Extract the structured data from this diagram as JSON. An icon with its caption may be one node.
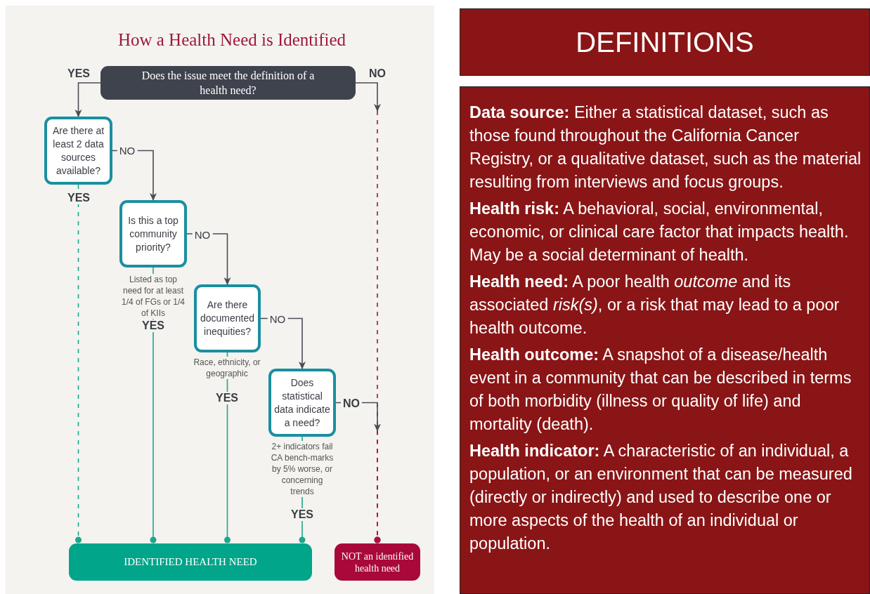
{
  "diagram": {
    "title": "How a Health Need is Identified",
    "nodes": [
      {
        "text": [
          "Does the issue meet the definition of a health need?"
        ]
      },
      {
        "text": [
          "Are there at least 2 data sources available?"
        ]
      },
      {
        "text": [
          "Is this a top community priority?"
        ],
        "beside": [
          "Listed as top need for at least 1/4 of FGs or 1/4 of KIIs"
        ]
      },
      {
        "text": [
          "Are there documented inequities?"
        ],
        "beside": [
          "Race, ethnicity, or geographic"
        ]
      },
      {
        "text": [
          "Does statistical data indicate a need?"
        ],
        "beside": [
          "2+ indicators fail CA bench-marks by 5% worse, or concerning trends"
        ]
      },
      {
        "text": [
          "IDENTIFIED HEALTH NEED"
        ]
      },
      {
        "text": [
          "NOT an identified health need"
        ]
      },
      {
        "text": [
          "DEFINITIONS"
        ]
      },
      {
        "text": [
          "**Data source:** Either a statistical dataset, such as those found throughout the California Cancer Registry, or a qualitative dataset, such as the material resulting from interviews and focus groups.",
          "**Health risk:** A behavioral, social, environmental, economic, or clinical care factor that impacts health. May be a social determinant of health.",
          "**Health need:** A poor health *outcome* and its associated *risk(s)*, or a risk that may lead to a poor health outcome.",
          "**Health outcome:** A snapshot of a disease/health event in a community that can be described in terms of both morbidity (illness or quality of life) and mortality (death).",
          "**Health indicator:** A characteristic of an individual, a population, or an environment that can be measured (directly or indirectly) and used to describe one or more aspects of the health of an individual or population."
        ]
      }
    ],
    "edges": [
      {
        "from": 0,
        "to": 1,
        "arrow": "to",
        "label": "YES"
      },
      {
        "from": 0,
        "to": 6,
        "arrow": "other",
        "label": "NO",
        "style": "dashed",
        "color": "#b0103a"
      },
      {
        "from": 1,
        "to": 2,
        "arrow": "to",
        "label": "NO"
      },
      {
        "from": 2,
        "to": 3,
        "arrow": "to",
        "label": "NO"
      },
      {
        "from": 3,
        "to": 4,
        "arrow": "to",
        "label": "NO"
      },
      {
        "from": 4,
        "to": 6,
        "arrow": "other",
        "label": "NO",
        "style": "dashed",
        "color": "#b0103a"
      },
      {
        "from": 1,
        "to": 5,
        "arrow": "other",
        "label": "YES",
        "style": "dashed",
        "color": "#19a98c"
      },
      {
        "from": 2,
        "to": 5,
        "arrow": "other",
        "label": "YES",
        "color": "#19a98c"
      },
      {
        "from": 3,
        "to": 5,
        "arrow": "other",
        "label": "YES",
        "color": "#19a98c"
      },
      {
        "from": 4,
        "to": 5,
        "arrow": "other",
        "label": "YES",
        "color": "#19a98c"
      }
    ]
  }
}
